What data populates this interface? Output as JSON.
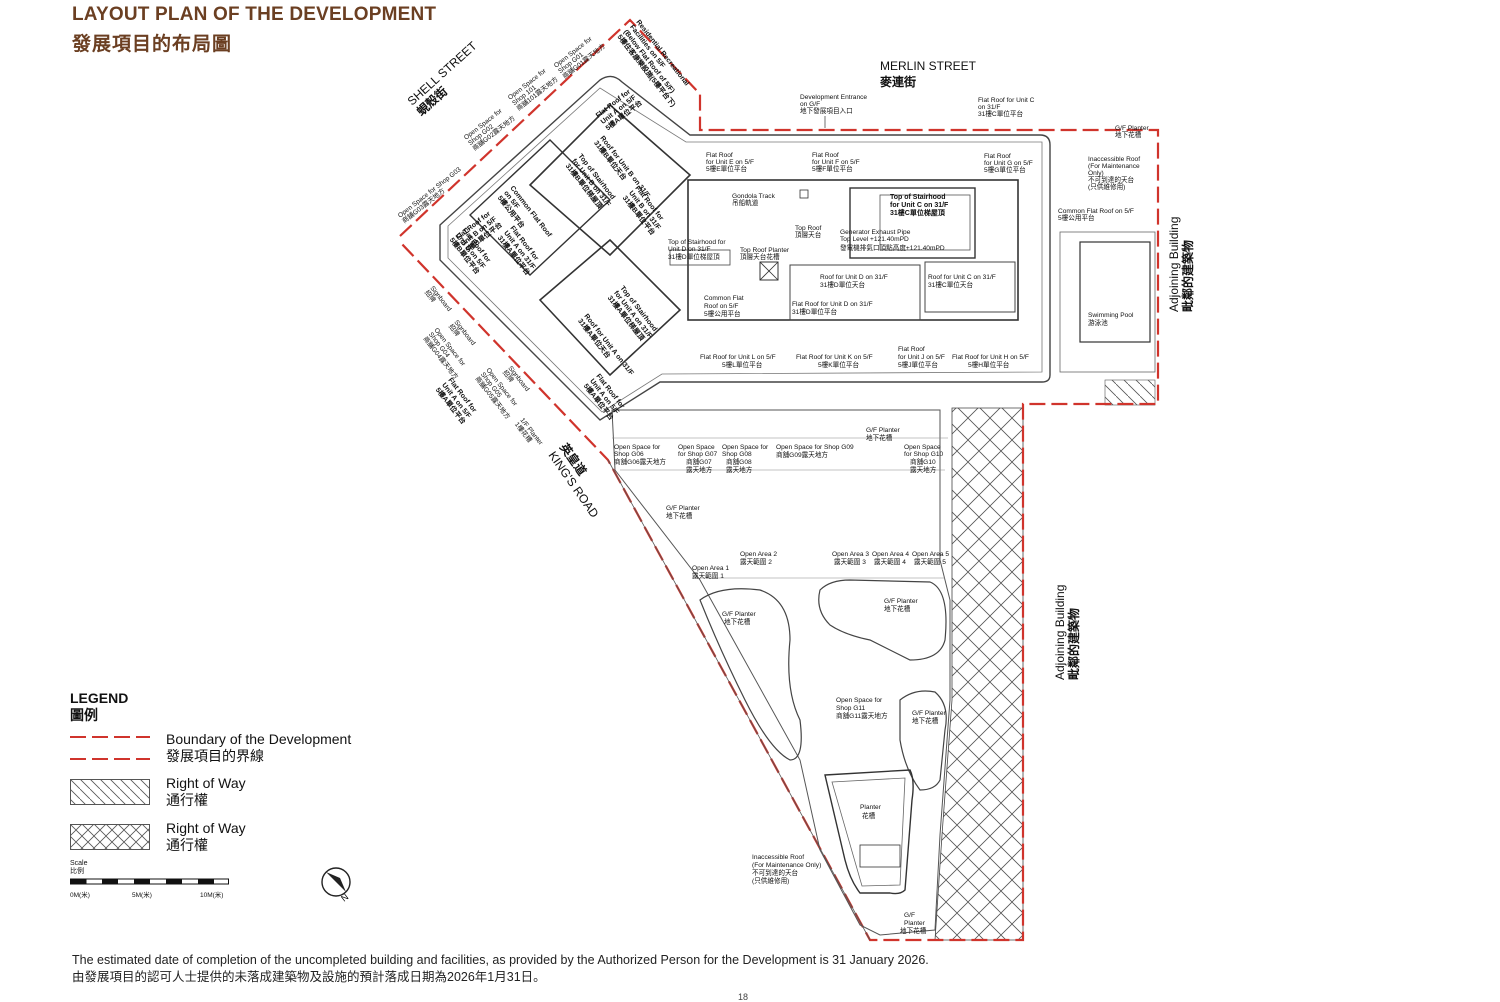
{
  "header": {
    "title_en": "LAYOUT PLAN OF THE DEVELOPMENT",
    "title_zh": "發展項目的布局圖"
  },
  "streets": {
    "shell_en": "SHELL STREET",
    "shell_zh": "蜆殼街",
    "merlin_en": "MERLIN STREET",
    "merlin_zh": "麥連街",
    "kings_en": "KING'S ROAD",
    "kings_zh": "英皇道",
    "adjoining_en": "Adjoining Building",
    "adjoining_zh": "毗鄰的建築物"
  },
  "labels": {
    "dev_entrance_en": "Development Entrance",
    "dev_entrance_en2": "on G/F",
    "dev_entrance_zh": "地下發展項目入口",
    "flat_roof_c_en": "Flat Roof for Unit C",
    "flat_roof_c_en2": "on 31/F",
    "flat_roof_c_zh": "31樓C單位平台",
    "gf_planter_en": "G/F Planter",
    "gf_planter_zh": "地下花槽",
    "inaccessible_en": "Inaccessible Roof",
    "inaccessible_en2": "(For Maintenance",
    "inaccessible_en3": "Only)",
    "inaccessible_zh": "不可到達的天台",
    "inaccessible_zh2": "(只供維修用)",
    "common_flat_5_en": "Common Flat Roof on 5/F",
    "common_flat_5_zh": "5樓公用平台",
    "swimming_en": "Swimming Pool",
    "swimming_zh": "游泳池",
    "fr_e_en": "Flat Roof",
    "fr_e_en2": "for Unit E on 5/F",
    "fr_e_zh": "5樓E單位平台",
    "fr_f_en": "Flat Roof",
    "fr_f_en2": "for Unit F on 5/F",
    "fr_f_zh": "5樓F單位平台",
    "fr_g_en": "Flat Roof",
    "fr_g_en2": "for Unit G on 5/F",
    "fr_g_zh": "5樓G單位平台",
    "gondola_en": "Gondola Track",
    "gondola_zh": "吊船軌道",
    "stair_c_en": "Top of Stairhood",
    "stair_c_en2": "for Unit C on 31/F",
    "stair_c_zh": "31樓C單位梯屋頂",
    "gen_pipe_en": "Generator Exhaust Pipe",
    "gen_pipe_en2": "Top Level +121.40mPD",
    "gen_pipe_zh": "發電機排氣口頂點高度+121.40mPD",
    "top_roof_en": "Top Roof",
    "top_roof_zh": "頂層天台",
    "stair_d_en": "Top of Stairhood for",
    "stair_d_en2": "Unit D on 31/F",
    "stair_d_zh": "31樓D單位梯屋頂",
    "top_roof_planter_en": "Top Roof Planter",
    "top_roof_planter_zh": "頂層天台花槽",
    "roof_d_en": "Roof for Unit D on 31/F",
    "roof_d_zh": "31樓D單位天台",
    "roof_c_en": "Roof for Unit C on 31/F",
    "roof_c_zh": "31樓C單位天台",
    "common_flat_en": "Common Flat",
    "common_flat_en2": "Roof on 5/F",
    "common_flat_zh": "5樓公用平台",
    "fr_d31_en": "Flat Roof for Unit D on 31/F",
    "fr_d31_zh": "31樓D單位平台",
    "fr_l_en": "Flat Roof for Unit L on 5/F",
    "fr_l_zh": "5樓L單位平台",
    "fr_k_en": "Flat Roof for Unit K on 5/F",
    "fr_k_zh": "5樓K單位平台",
    "fr_j_en": "Flat Roof",
    "fr_j_en2": "for Unit J on 5/F",
    "fr_j_zh": "5樓J單位平台",
    "fr_h_en": "Flat Roof for Unit H on 5/F",
    "fr_h_zh": "5樓H單位平台",
    "os_g06_en": "Open Space for",
    "os_g06_en2": "Shop G06",
    "os_g06_zh": "商舖G06露天地方",
    "os_g07_en": "Open Space",
    "os_g07_en2": "for Shop G07",
    "os_g07_zh": "商舖G07",
    "os_g07_zh2": "露天地方",
    "os_g08_en": "Open Space for",
    "os_g08_en2": "Shop G08",
    "os_g08_zh": "商舖G08",
    "os_g08_zh2": "露天地方",
    "os_g09_en": "Open Space for Shop G09",
    "os_g09_zh": "商舖G09露天地方",
    "os_g10_en": "Open Space",
    "os_g10_en2": "for Shop G10",
    "os_g10_zh": "商舖G10",
    "os_g10_zh2": "露天地方",
    "gf_planter2_en": "G/F Planter",
    "gf_planter2_zh": "地下花槽",
    "gf_planter3_en": "G/F Planter",
    "gf_planter3_zh": "地下花槽",
    "open_area1_en": "Open Area 1",
    "open_area1_zh": "露天範圍 1",
    "open_area2_en": "Open Area 2",
    "open_area2_zh": "露天範圍 2",
    "open_area3_en": "Open Area 3",
    "open_area3_zh": "露天範圍 3",
    "open_area4_en": "Open Area 4",
    "open_area4_zh": "露天範圍 4",
    "open_area5_en": "Open Area 5",
    "open_area5_zh": "露天範圍 5",
    "gf_planter4_en": "G/F Planter",
    "gf_planter4_zh": "地下花槽",
    "gf_planter5_en": "G/F Planter",
    "gf_planter5_zh": "地下花槽",
    "os_g11_en": "Open Space for",
    "os_g11_en2": "Shop G11",
    "os_g11_zh": "商舖G11露天地方",
    "gf_planter6_en": "G/F Planter",
    "gf_planter6_zh": "地下花槽",
    "planter_en": "Planter",
    "planter_zh": "花槽",
    "inacc2_en": "Inaccessible Roof",
    "inacc2_en2": "(For Maintenance Only)",
    "inacc2_zh": "不可到達的天台",
    "inacc2_zh2": "(只供維修用)",
    "gf_planter7_en": "G/F",
    "gf_planter7_en2": "Planter",
    "gf_planter7_zh": "地下花槽",
    "wing_roof_b_en": "Roof for Unit B on 31/F",
    "wing_roof_b_zh": "31樓B單位天台",
    "wing_stair_b_en": "Top of Stairhood",
    "wing_stair_b_en2": "for Unit B on 31/F",
    "wing_stair_b_zh": "31樓B單位梯屋頂",
    "wing_fr_b_en": "Flat Roof for",
    "wing_fr_b_en2": "Unit B on 31/F",
    "wing_fr_b_zh": "31樓B單位平台",
    "wing_common_en": "Common Flat Roof",
    "wing_common_en2": "on 5/F",
    "wing_common_zh": "5樓公用平台",
    "wing_fr_a31_en": "Flat Roof for",
    "wing_fr_a31_en2": "Unit A on 31/F",
    "wing_fr_a31_zh": "31樓A單位平台",
    "wing_fr_b5_en": "Flat Roof for",
    "wing_fr_b5_en2": "Unit B on 5/F",
    "wing_fr_b5_zh": "5樓B單位平台",
    "wing_fr_a5_en": "Flat Roof for",
    "wing_fr_a5_en2": "Unit A on 5/F",
    "wing_fr_a5_zh": "5樓A單位平台",
    "wing_stair_a_en": "Top of Stairhood",
    "wing_stair_a_en2": "for Unit A on 31/F",
    "wing_stair_a_zh": "31樓A單位梯屋頂",
    "wing_roof_a_en": "Roof for Unit A on 31/F",
    "wing_roof_a_zh": "31樓A單位天台",
    "wing_fr_a5b_en": "Flat Roof for",
    "wing_fr_a5b_en2": "Unit A on 5/F",
    "wing_fr_a5b_zh": "5樓A單位平台",
    "wing_fr_b5b_en": "Flat Roof for",
    "wing_fr_b5b_en2": "Unit B on 5/F",
    "wing_fr_b5b_zh": "5樓B單位平台",
    "wing_recreational_en": "Residential Recreational",
    "wing_recreational_en2": "Facilities on 5/F",
    "wing_recreational_en3": "(Below Flat Roof of 5/F)",
    "wing_recreational_zh": "5樓住客康樂設施(5樓平台下)",
    "os_g01_en": "Open Space for",
    "os_g01_en2": "Shop G01",
    "os_g01_zh": "商舖G01露天地方",
    "os_101_en": "Open Space for",
    "os_101_en2": "Shop 101",
    "os_101_zh": "商舖101露天地方",
    "os_g02_en": "Open Space for",
    "os_g02_en2": "Shop G02",
    "os_g02_zh": "商舖G02露天地方",
    "os_g03_en": "Open Space for Shop G03",
    "os_g03_zh": "商舖G03露天地方",
    "signboard1_en": "Signboard",
    "signboard1_zh": "招牌",
    "signboard2_en": "Signboard",
    "signboard2_zh": "招牌",
    "os_g04_en": "Open Space for",
    "os_g04_en2": "Shop G04",
    "os_g04_zh": "商舖G04露天地方",
    "os_g05_en": "Open Space for",
    "os_g05_en2": "Shop G05",
    "os_g05_zh": "商舖G05露天地方",
    "signboard3_en": "Signboard",
    "signboard3_zh": "招牌",
    "planter_1f_en": "1/F Planter",
    "planter_1f_zh": "1樓花槽",
    "fr_5f_en": "Flat Roof for",
    "fr_5f_en2": "Unit A on 5/F",
    "fr_5f_zh": "5樓A單位平台"
  },
  "legend": {
    "title_en": "LEGEND",
    "title_zh": "圖例",
    "items": [
      {
        "en": "Boundary of the Development",
        "zh": "發展項目的界線"
      },
      {
        "en": "Right of Way",
        "zh": "通行權"
      },
      {
        "en": "Right of Way",
        "zh": "通行權"
      }
    ]
  },
  "scale": {
    "label_en": "Scale",
    "label_zh": "比例",
    "tick0": "0M(米)",
    "tick5": "5M(米)",
    "tick10": "10M(米)"
  },
  "north": {
    "label": "N"
  },
  "footnote": {
    "en": "The estimated date of completion of the uncompleted building and facilities, as provided by the Authorized Person for the Development is 31 January 2026.",
    "zh": "由發展項目的認可人士提供的未落成建築物及設施的預計落成日期為2026年1月31日。"
  },
  "page_number": "18",
  "colors": {
    "title": "#6b3f22",
    "boundary": "#d0342c",
    "line": "#333333"
  }
}
